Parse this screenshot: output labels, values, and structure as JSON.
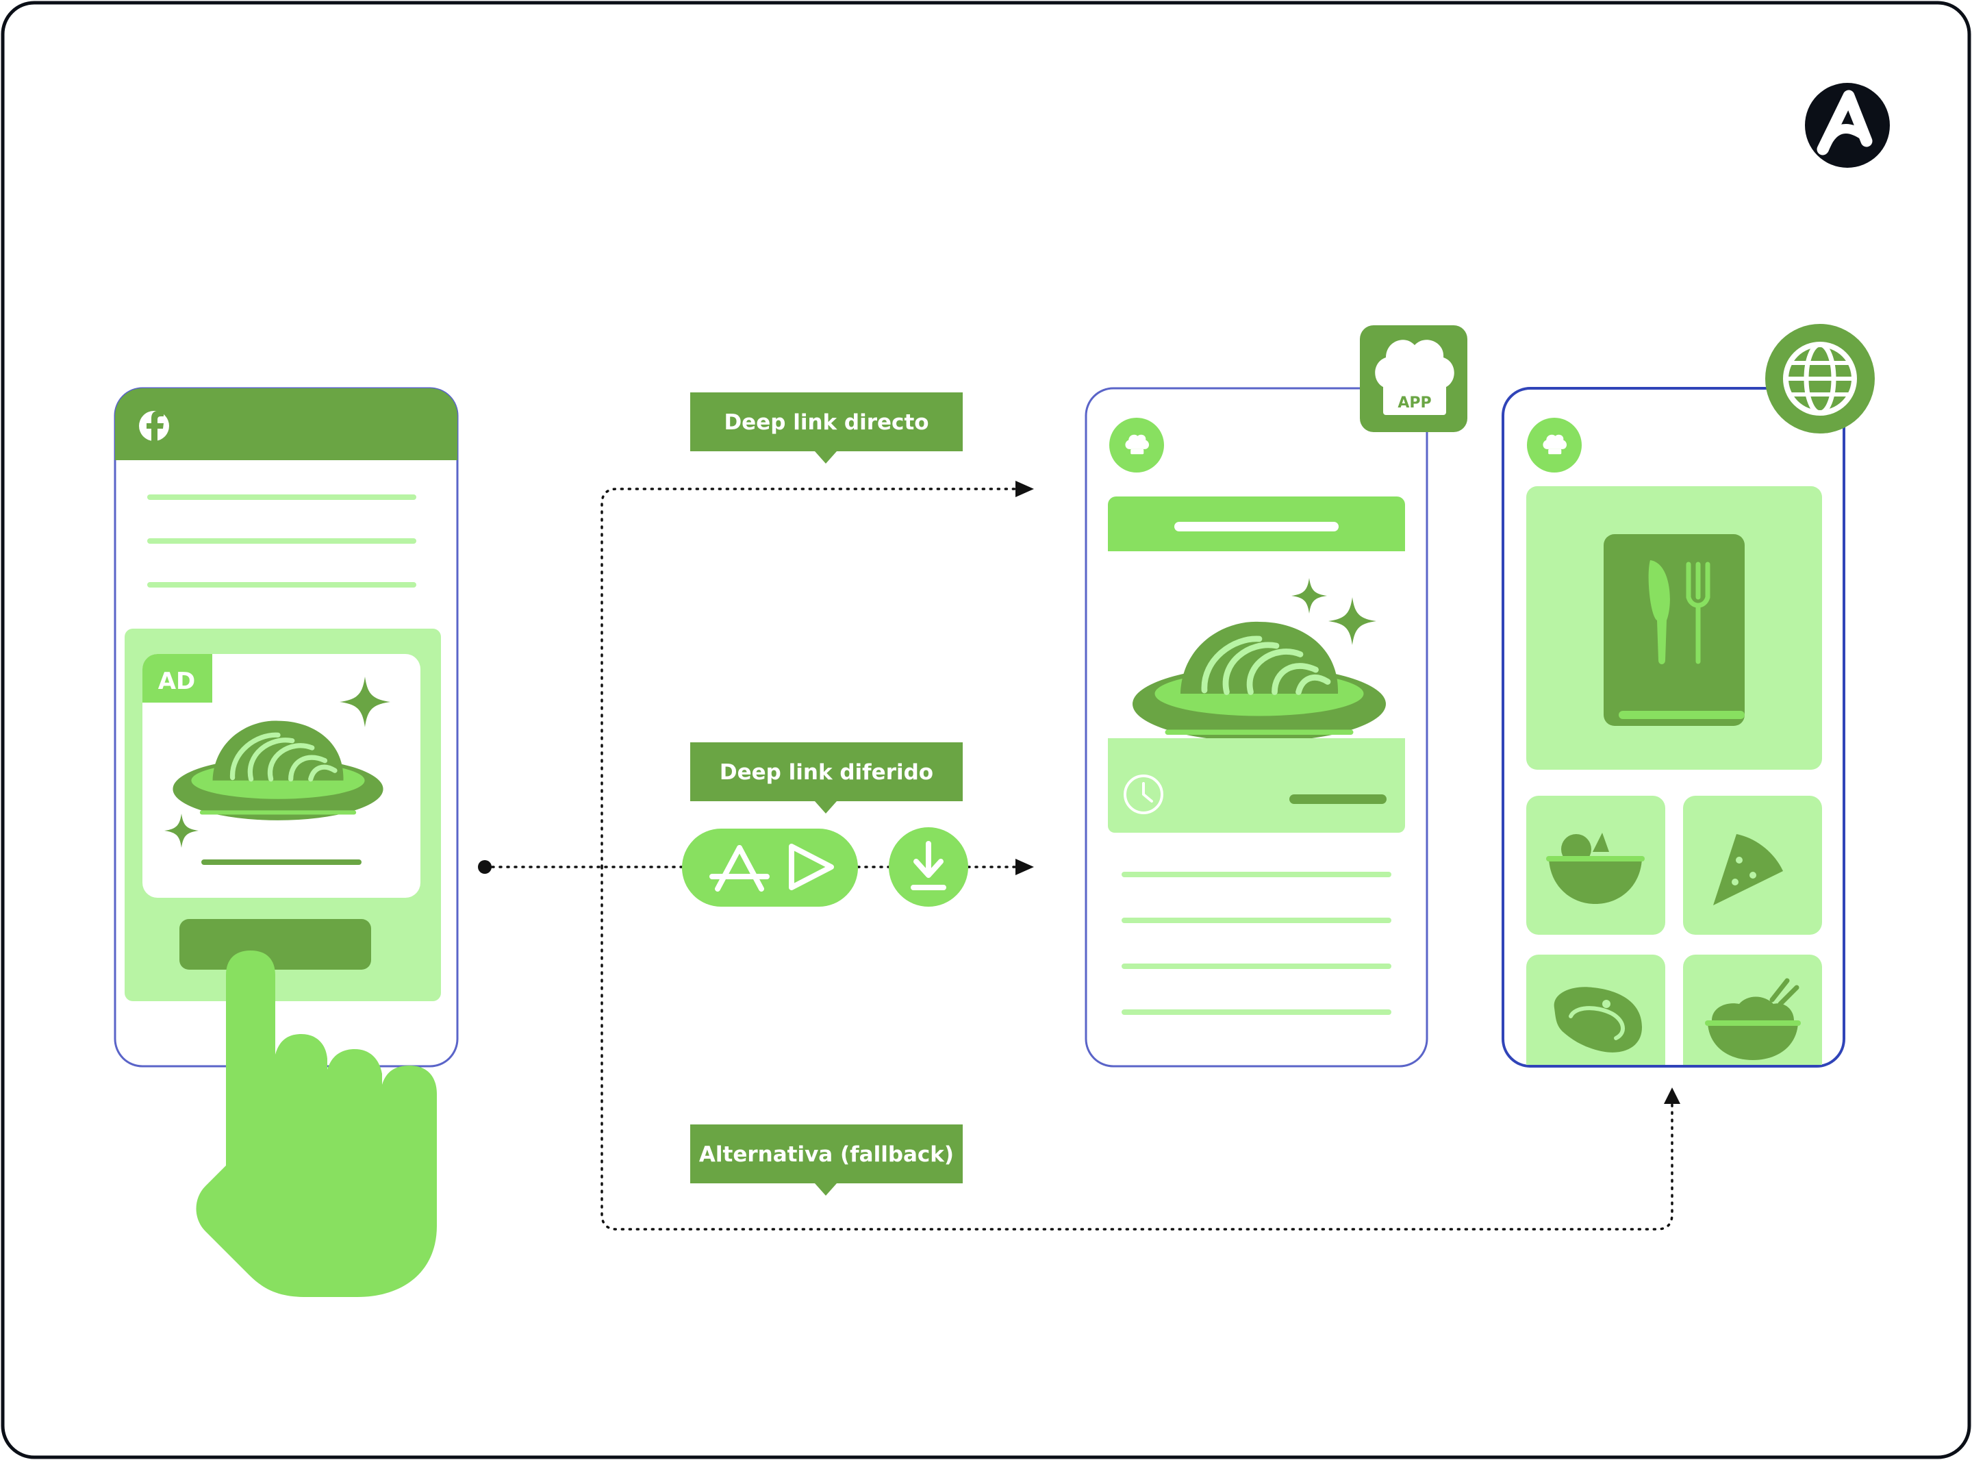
{
  "brand": {
    "logo_icon": "adjust-logo-icon"
  },
  "colors": {
    "dark_green": "#6aa544",
    "mid_green": "#88e060",
    "light_green": "#b8f4a4",
    "outline_blue": "#5a64c8",
    "ink": "#111111"
  },
  "flows": {
    "direct": {
      "label": "Deep link directo"
    },
    "deferred": {
      "label": "Deep link diferido"
    },
    "fallback": {
      "label": "Alternativa (fallback)"
    }
  },
  "ad_phone": {
    "network_icon": "facebook-icon",
    "ad_badge": "AD",
    "dish_icon": "spaghetti-plate-icon",
    "cta_button_label": ""
  },
  "store_pill": {
    "icons": [
      "app-store-icon",
      "google-play-icon"
    ]
  },
  "download_icon": "download-icon",
  "app_phone": {
    "badge_icon": "chef-hat-icon",
    "badge_label": "APP",
    "header_icon": "chef-hat-icon",
    "dish_icon": "spaghetti-plate-icon",
    "time_icon": "clock-icon"
  },
  "web_phone": {
    "badge_icon": "globe-icon",
    "header_icon": "chef-hat-icon",
    "hero_icon": "cookbook-icon",
    "categories": [
      "salad-bowl-icon",
      "pizza-slice-icon",
      "steak-icon",
      "rice-bowl-icon"
    ]
  },
  "hand_icon": "pointing-hand-icon"
}
